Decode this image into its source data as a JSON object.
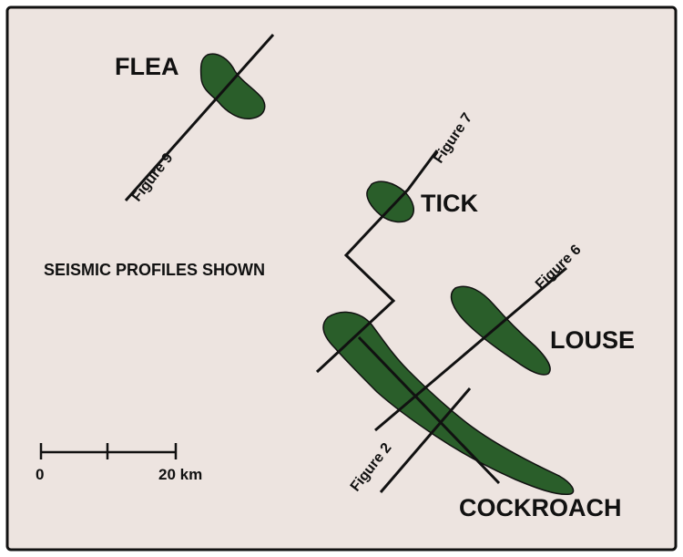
{
  "map": {
    "colors": {
      "background": "#ede4e0",
      "frame": "#111111",
      "field_fill": "#2a5e2a",
      "line": "#111111"
    },
    "fields": [
      {
        "name": "FLEA"
      },
      {
        "name": "TICK"
      },
      {
        "name": "LOUSE"
      },
      {
        "name": "COCKROACH"
      }
    ],
    "profiles_title": "SEISMIC PROFILES SHOWN",
    "profiles": [
      {
        "label": "Figure 9"
      },
      {
        "label": "Figure 7"
      },
      {
        "label": "Figure 6"
      },
      {
        "label": "Figure 2"
      }
    ],
    "scale_bar": {
      "start_label": "0",
      "end_label": "20 km"
    }
  }
}
